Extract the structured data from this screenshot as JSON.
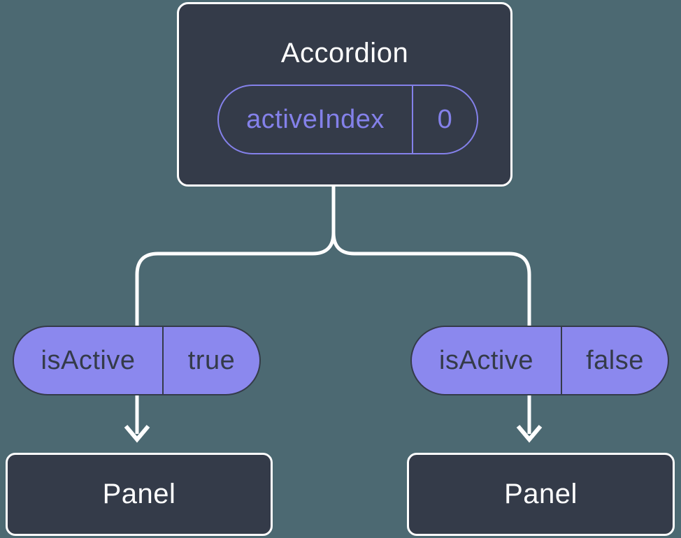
{
  "diagram": {
    "description": "Component tree diagram: an Accordion parent holding activeIndex state, passing isActive props to two Panel children",
    "root": {
      "title": "Accordion",
      "state": {
        "name": "activeIndex",
        "value": "0"
      }
    },
    "branches": [
      {
        "prop": {
          "name": "isActive",
          "value": "true"
        },
        "child": {
          "title": "Panel"
        }
      },
      {
        "prop": {
          "name": "isActive",
          "value": "false"
        },
        "child": {
          "title": "Panel"
        }
      }
    ],
    "colors": {
      "background": "#4C6972",
      "node_fill": "#343B49",
      "node_border": "#FFFFFF",
      "prop_pill_fill": "#8B88EE",
      "state_pill_outline": "#8481EA",
      "dark_text": "#343B49",
      "light_text": "#FFFFFF",
      "connector": "#FFFFFF"
    }
  }
}
